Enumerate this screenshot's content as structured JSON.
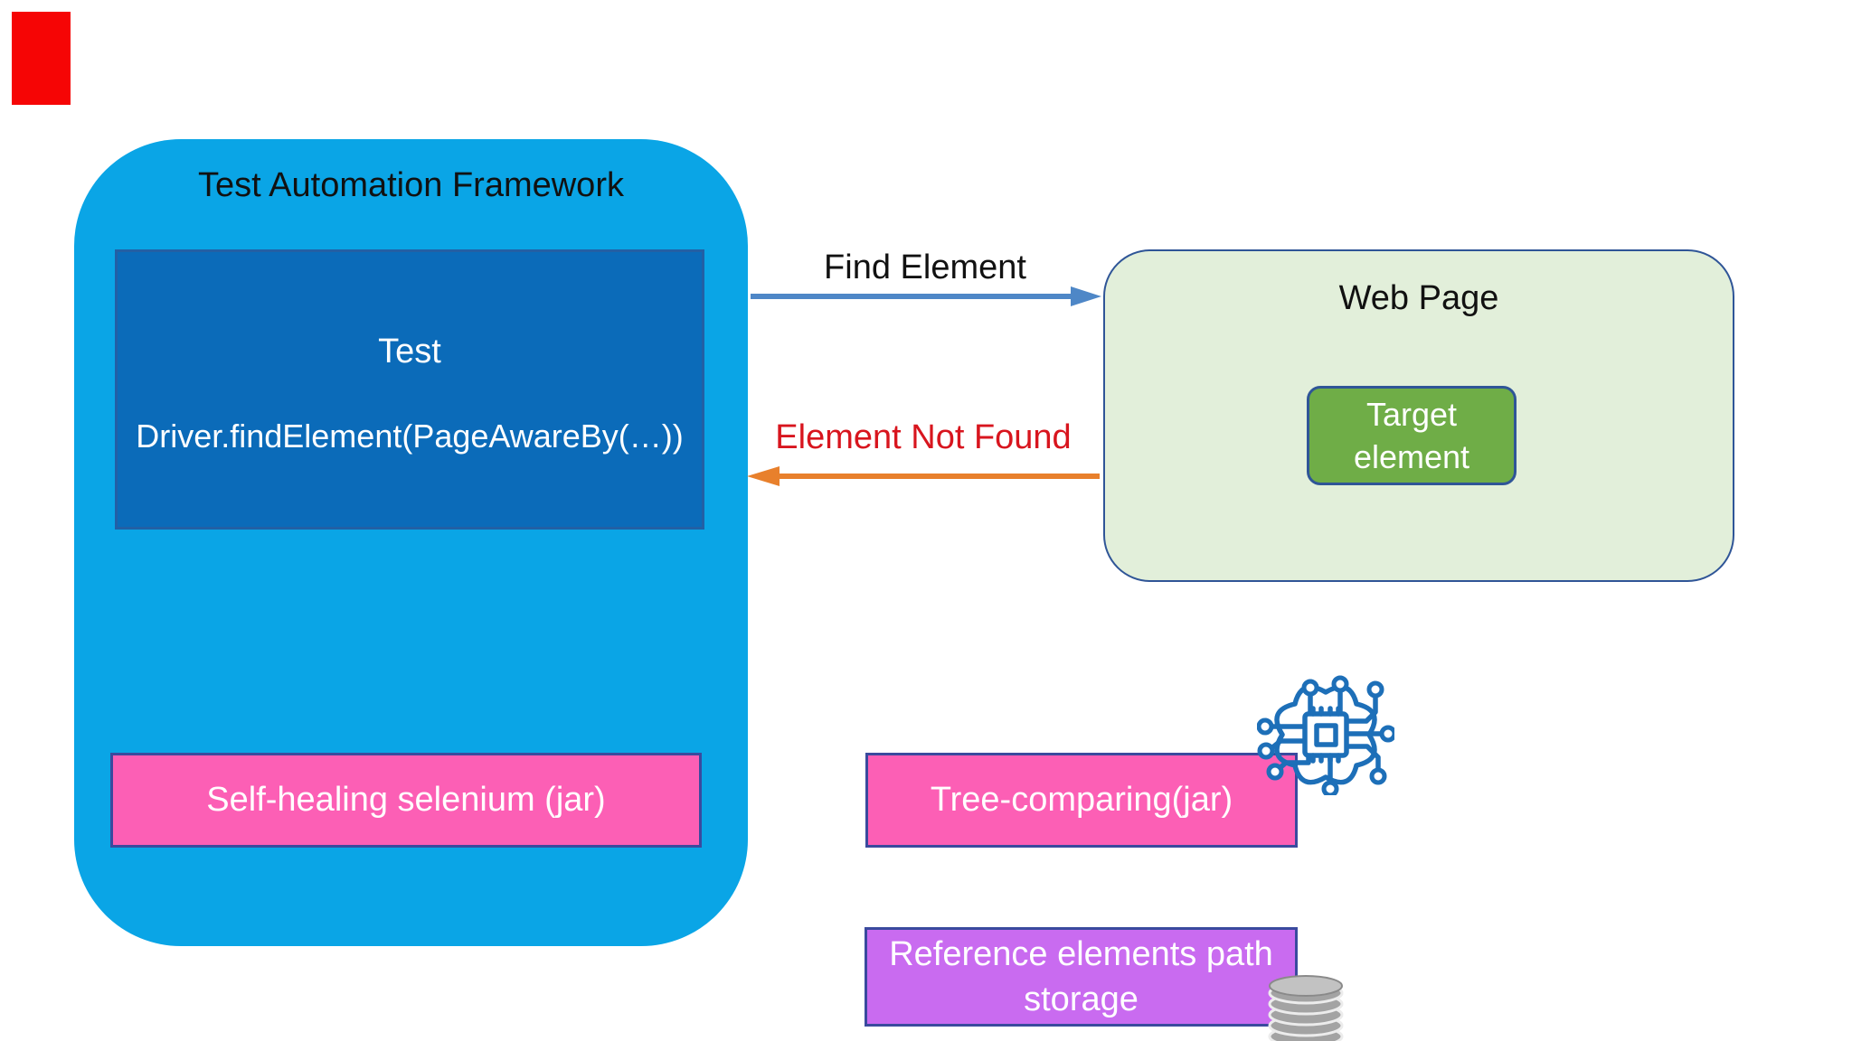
{
  "framework": {
    "title": "Test Automation Framework",
    "test_box": {
      "title": "Test",
      "code": "Driver.findElement(PageAwareBy(…))"
    },
    "selfhealing_label": "Self-healing selenium (jar)"
  },
  "webpage": {
    "title": "Web Page",
    "target": {
      "line1": "Target",
      "line2": "element"
    }
  },
  "arrows": {
    "find_label": "Find Element",
    "not_found_label": "Element Not Found"
  },
  "tree_label": "Tree-comparing(jar)",
  "storage": {
    "line1": "Reference elements path",
    "line2": "storage"
  },
  "icons": {
    "ai": "ai-chip-brain-icon",
    "db": "database-icon"
  },
  "colors": {
    "red_marker": "#f60505",
    "framework_cyan": "#0aa5e6",
    "test_box_blue": "#0b6bb9",
    "pink": "#fc5fb5",
    "purple": "#c96bf0",
    "webpage_green_fill": "#e2efda",
    "target_green": "#6fad47",
    "border_navy": "#2f5597",
    "arrow_blue": "#4e87c7",
    "arrow_orange": "#e8802c",
    "not_found_red": "#d8151e",
    "icon_blue": "#1d6fb8",
    "db_gray": "#a3a3a3"
  }
}
